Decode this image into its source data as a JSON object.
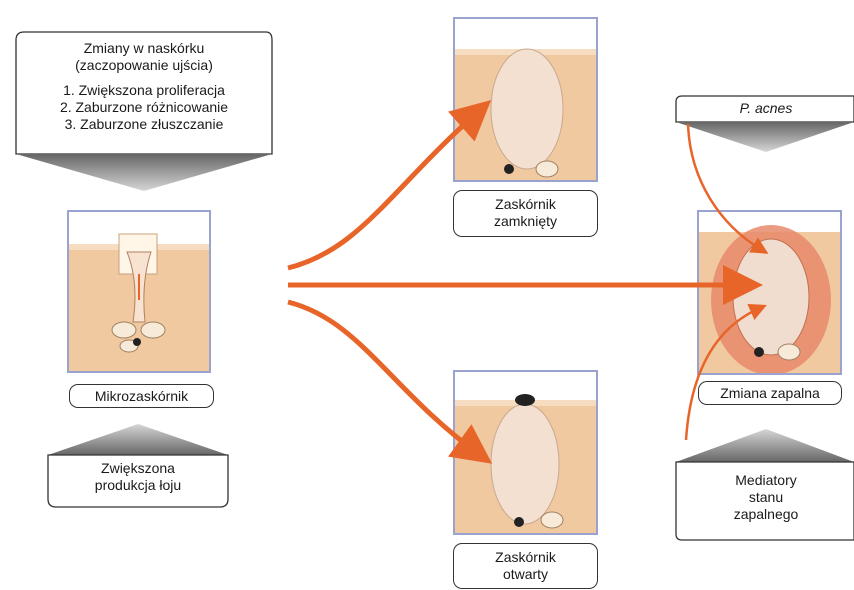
{
  "top_callout": {
    "title_line1": "Zmiany w naskórku",
    "title_line2": "(zaczopowanie ujścia)",
    "items": [
      "1. Zwiększona proliferacja",
      "2. Zaburzone różnicowanie",
      "3. Zaburzone złuszczanie"
    ]
  },
  "sebum_callout": {
    "line1": "Zwiększona",
    "line2": "produkcja łoju"
  },
  "microcomedo_label": "Mikrozaskórnik",
  "closed_comedo_label": {
    "line1": "Zaskórnik",
    "line2": "zamknięty"
  },
  "open_comedo_label": {
    "line1": "Zaskórnik",
    "line2": "otwarty"
  },
  "inflammatory_label": "Zmiana zapalna",
  "pacnes_callout": "P. acnes",
  "mediators_callout": {
    "line1": "Mediatory",
    "line2": "stanu",
    "line3": "zapalnego"
  },
  "colors": {
    "arrow": "#e8652a",
    "skin": "#f0c9a0",
    "frame": "#9aa3cf",
    "inflamed": "#e88a6a"
  }
}
